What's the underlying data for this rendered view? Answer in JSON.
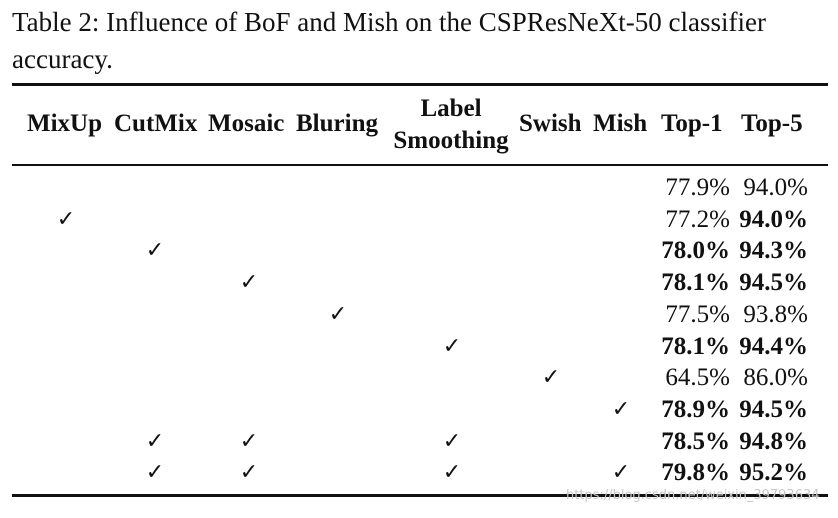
{
  "caption": "Table 2: Influence of BoF and Mish on the CSPResNeXt-50 classifier accuracy.",
  "columns": {
    "mixup": "MixUp",
    "cutmix": "CutMix",
    "mosaic": "Mosaic",
    "bluring": "Bluring",
    "label_smoothing": [
      "Label",
      "Smoothing"
    ],
    "swish": "Swish",
    "mish": "Mish",
    "top1": "Top-1",
    "top5": "Top-5"
  },
  "check_glyph": "✓",
  "rows": [
    {
      "checks": [],
      "top1": "77.9%",
      "top5": "94.0%",
      "top1_bold": false,
      "top5_bold": false
    },
    {
      "checks": [
        "mixup"
      ],
      "top1": "77.2%",
      "top5": "94.0%",
      "top1_bold": false,
      "top5_bold": true
    },
    {
      "checks": [
        "cutmix"
      ],
      "top1": "78.0%",
      "top5": "94.3%",
      "top1_bold": true,
      "top5_bold": true
    },
    {
      "checks": [
        "mosaic"
      ],
      "top1": "78.1%",
      "top5": "94.5%",
      "top1_bold": true,
      "top5_bold": true
    },
    {
      "checks": [
        "bluring"
      ],
      "top1": "77.5%",
      "top5": "93.8%",
      "top1_bold": false,
      "top5_bold": false
    },
    {
      "checks": [
        "label_smoothing"
      ],
      "top1": "78.1%",
      "top5": "94.4%",
      "top1_bold": true,
      "top5_bold": true
    },
    {
      "checks": [
        "swish"
      ],
      "top1": "64.5%",
      "top5": "86.0%",
      "top1_bold": false,
      "top5_bold": false
    },
    {
      "checks": [
        "mish"
      ],
      "top1": "78.9%",
      "top5": "94.5%",
      "top1_bold": true,
      "top5_bold": true
    },
    {
      "checks": [
        "cutmix",
        "mosaic",
        "label_smoothing"
      ],
      "top1": "78.5%",
      "top5": "94.8%",
      "top1_bold": true,
      "top5_bold": true
    },
    {
      "checks": [
        "cutmix",
        "mosaic",
        "label_smoothing",
        "mish"
      ],
      "top1": "79.8%",
      "top5": "95.2%",
      "top1_bold": true,
      "top5_bold": true
    }
  ],
  "watermark": "https://blog.csdn.net/weixin_39793634"
}
